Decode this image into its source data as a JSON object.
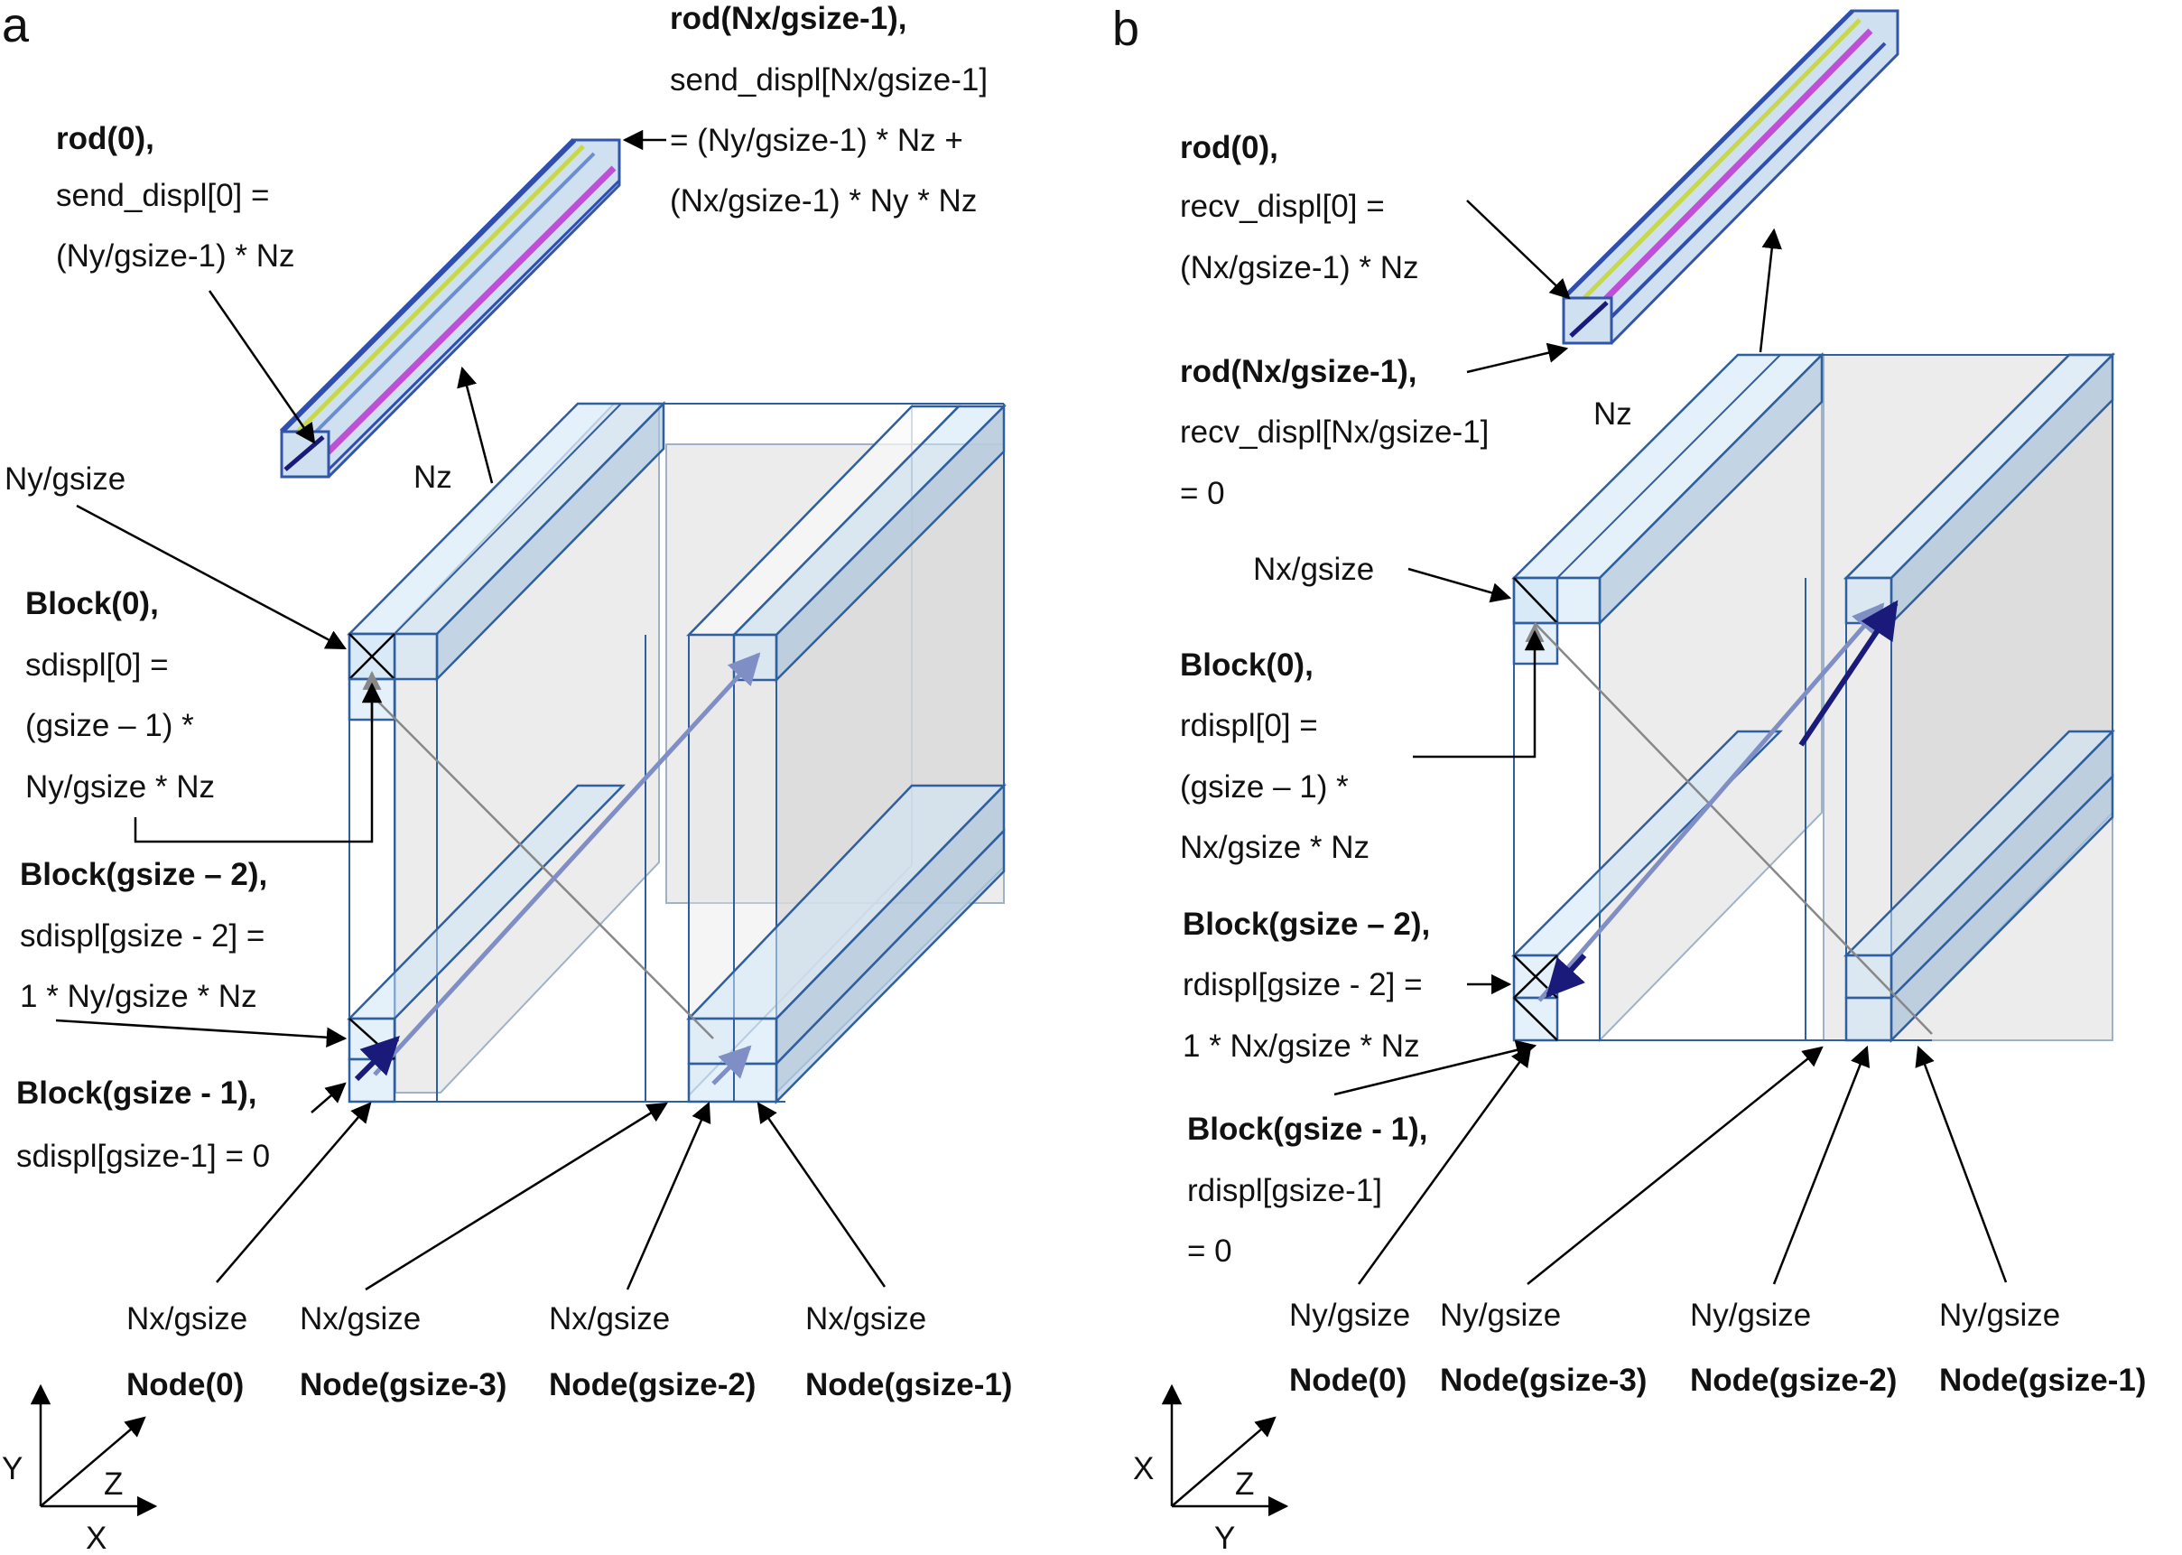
{
  "panel_a": {
    "letter": "a",
    "rod_first": {
      "title": "rod(0),",
      "line1": "send_displ[0] =",
      "line2": "(Ny/gsize-1) * Nz"
    },
    "rod_last": {
      "title": "rod(Nx/gsize-1),",
      "line1": "send_displ[Nx/gsize-1]",
      "line2": "= (Ny/gsize-1) * Nz +",
      "line3": "(Nx/gsize-1) * Ny * Nz"
    },
    "nz_label": "Nz",
    "side_label": "Ny/gsize",
    "block0": {
      "title": "Block(0),",
      "line1": "sdispl[0] =",
      "line2": "(gsize – 1) *",
      "line3": "Ny/gsize * Nz"
    },
    "block_gm2": {
      "title": "Block(gsize – 2),",
      "line1": "sdispl[gsize - 2] =",
      "line2": "1 * Ny/gsize * Nz"
    },
    "block_gm1": {
      "title": "Block(gsize - 1),",
      "line1": "sdispl[gsize-1] = 0"
    },
    "nodes": [
      {
        "size": "Nx/gsize",
        "name": "Node(0)"
      },
      {
        "size": "Nx/gsize",
        "name": "Node(gsize-3)"
      },
      {
        "size": "Nx/gsize",
        "name": "Node(gsize-2)"
      },
      {
        "size": "Nx/gsize",
        "name": "Node(gsize-1)"
      }
    ],
    "axes": {
      "vertical": "Y",
      "depth": "Z",
      "horizontal": "X"
    }
  },
  "panel_b": {
    "letter": "b",
    "rod_first": {
      "title": "rod(0),",
      "line1": "recv_displ[0] =",
      "line2": "(Nx/gsize-1) * Nz"
    },
    "rod_last": {
      "title": "rod(Nx/gsize-1),",
      "line1": "recv_displ[Nx/gsize-1]",
      "line2": "= 0"
    },
    "nz_label": "Nz",
    "side_label": "Nx/gsize",
    "block0": {
      "title": "Block(0),",
      "line1": "rdispl[0] =",
      "line2": "(gsize – 1) *",
      "line3": "Nx/gsize * Nz"
    },
    "block_gm2": {
      "title": "Block(gsize – 2),",
      "line1": "rdispl[gsize - 2] =",
      "line2": "1 * Nx/gsize * Nz"
    },
    "block_gm1": {
      "title": "Block(gsize - 1),",
      "line1": "rdispl[gsize-1]",
      "line2": "= 0"
    },
    "nodes": [
      {
        "size": "Ny/gsize",
        "name": "Node(0)"
      },
      {
        "size": "Ny/gsize",
        "name": "Node(gsize-3)"
      },
      {
        "size": "Ny/gsize",
        "name": "Node(gsize-2)"
      },
      {
        "size": "Ny/gsize",
        "name": "Node(gsize-1)"
      }
    ],
    "axes": {
      "vertical": "X",
      "depth": "Z",
      "horizontal": "Y"
    }
  },
  "colors": {
    "frame": "#2f5f9e",
    "block_fill": "#cde3f5",
    "slab_fill": "#e6e6e6",
    "arrow_dark": "#1a1a7a",
    "arrow_light": "#7f8ec4",
    "rod_yellow": "#c8d84a",
    "rod_magenta": "#c04fd8"
  }
}
